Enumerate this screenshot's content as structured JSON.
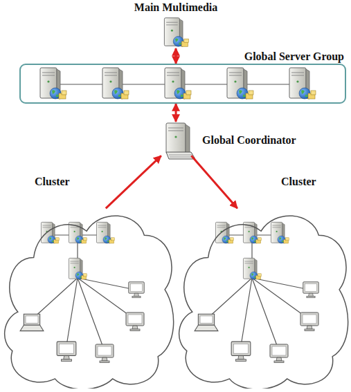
{
  "diagram": {
    "nodes": [
      {
        "text": [
          "Main Multimedia"
        ]
      },
      {
        "text": [
          "Global Server Group"
        ]
      },
      {
        "text": [
          "Global Coordinator"
        ]
      },
      {
        "text": [
          "Cluster"
        ]
      },
      {
        "text": [
          "Cluster"
        ]
      }
    ],
    "edges": [
      {
        "from": 0,
        "to": 1,
        "arrow": "both"
      },
      {
        "from": 1,
        "to": 2,
        "arrow": "both"
      },
      {
        "from": 3,
        "to": 2,
        "arrow": "to"
      },
      {
        "from": 2,
        "to": 4,
        "arrow": "to"
      }
    ]
  }
}
